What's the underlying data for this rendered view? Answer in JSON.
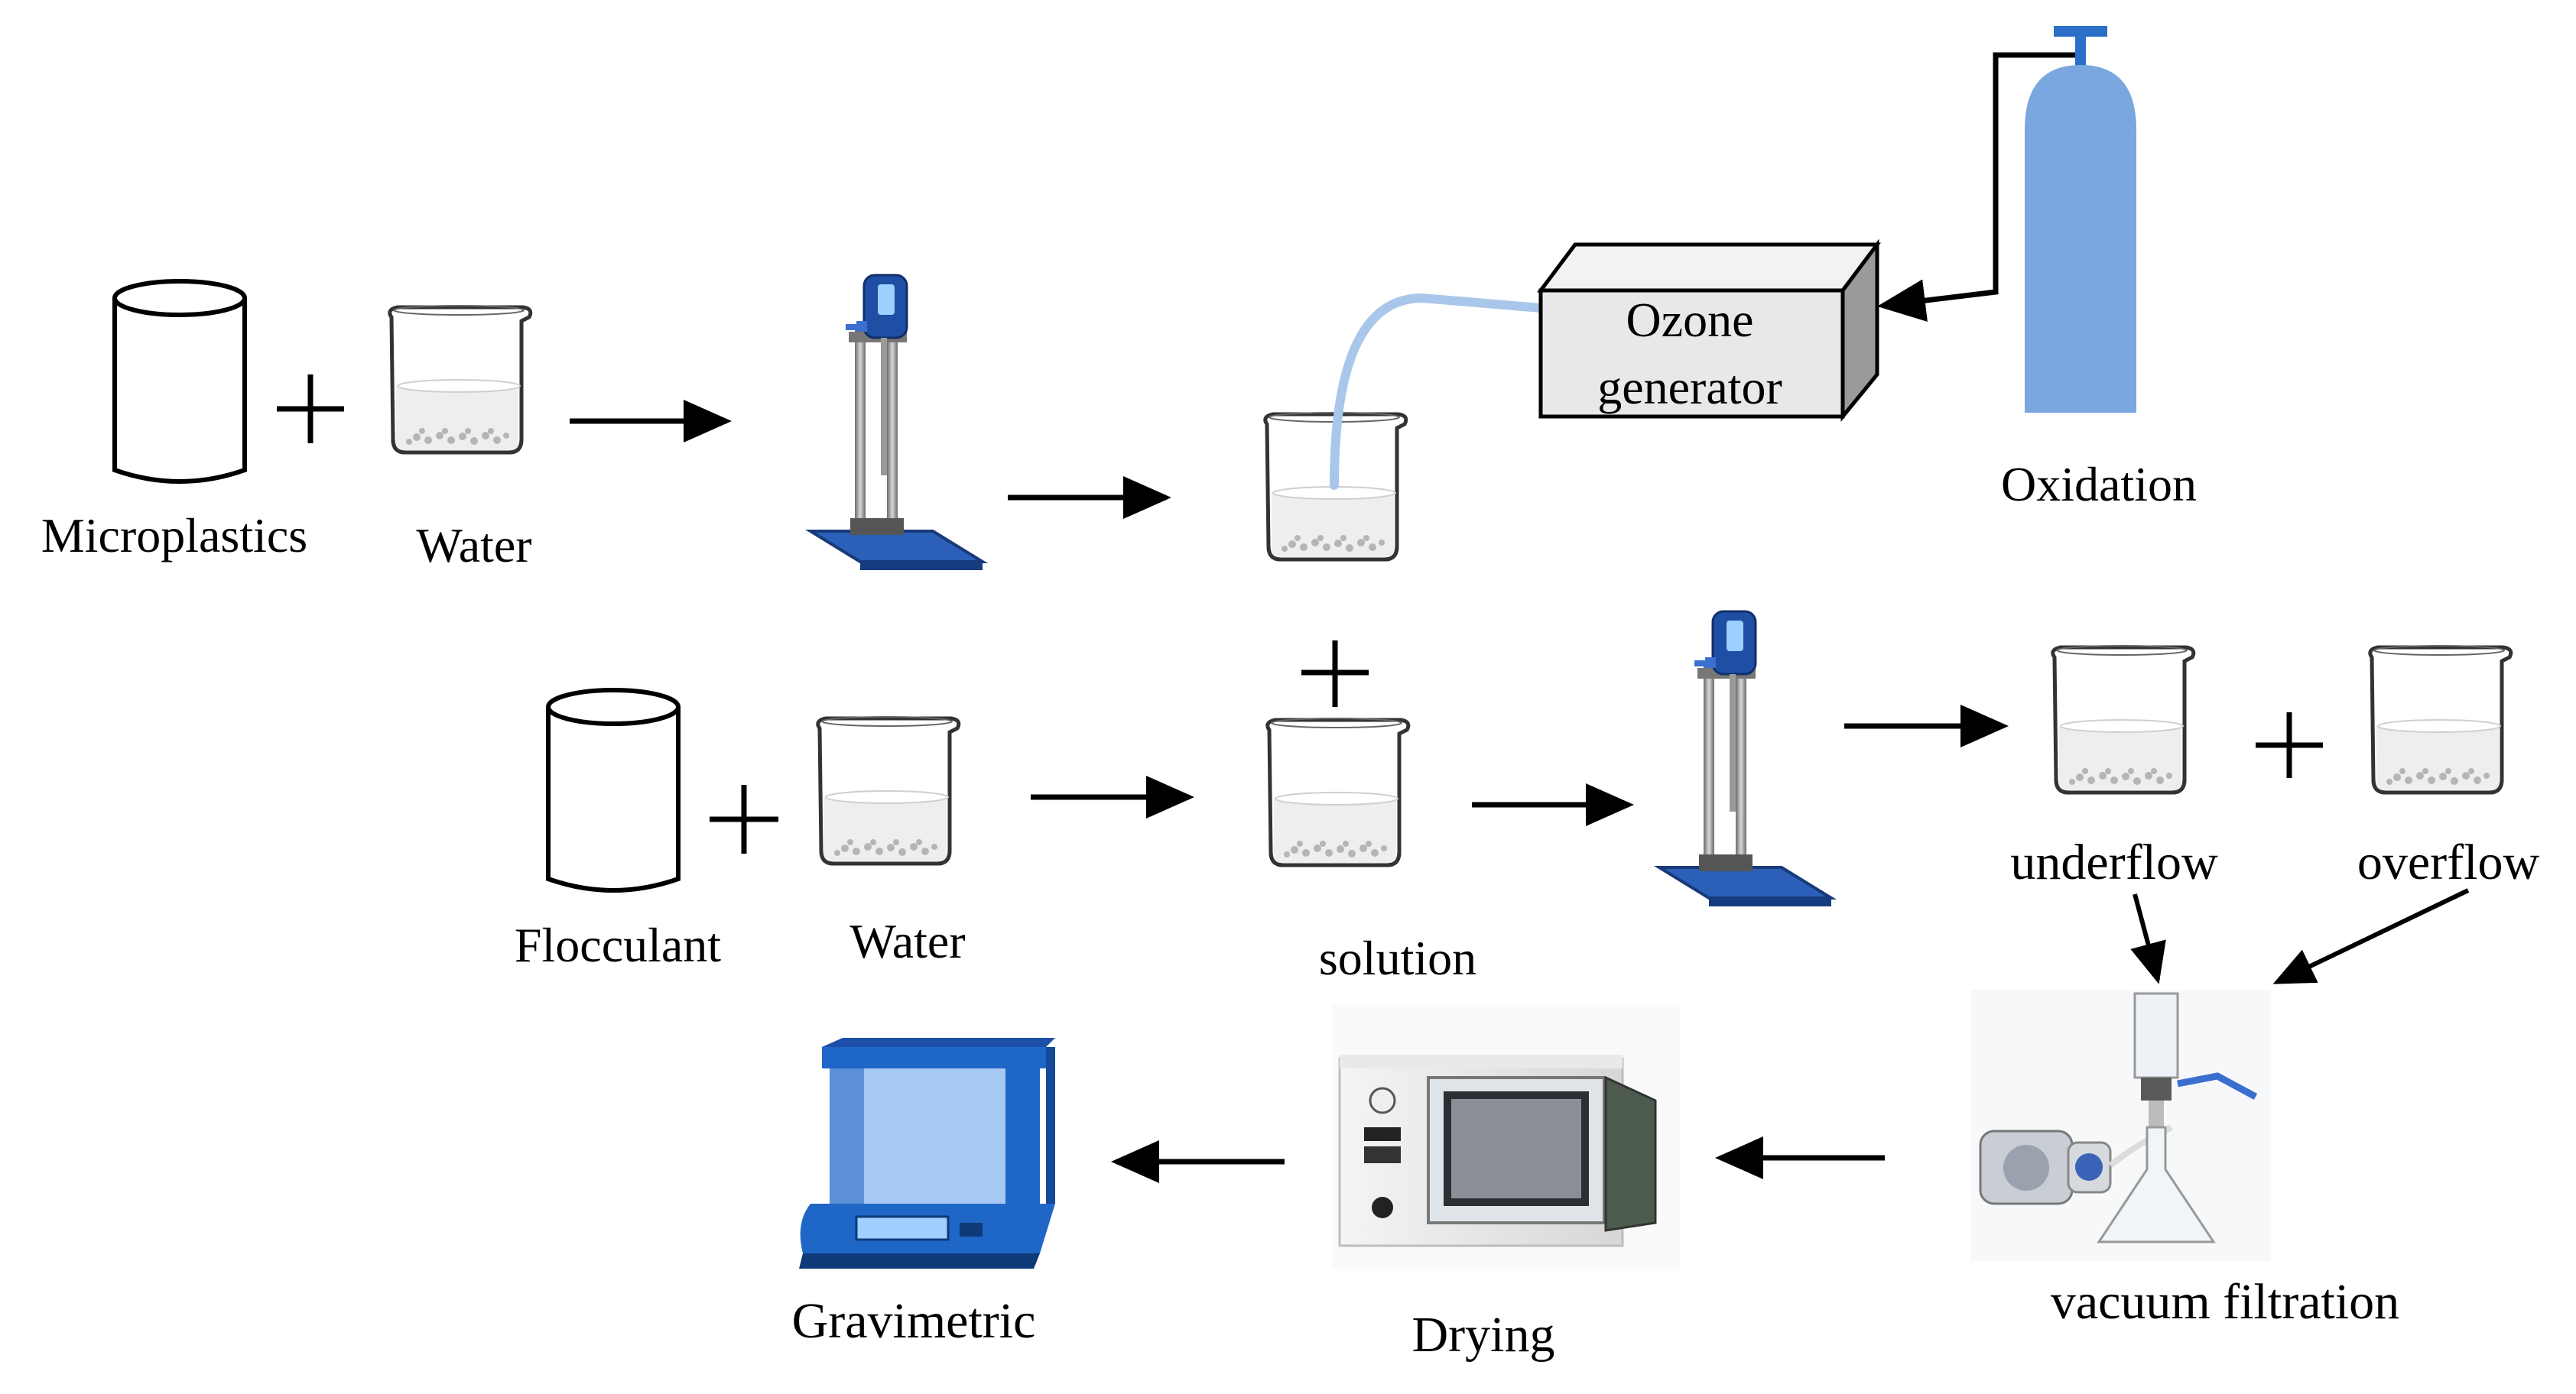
{
  "labels": {
    "microplastics": "Microplastics",
    "water_top": "Water",
    "ozone_line1": "Ozone",
    "ozone_line2": "generator",
    "oxidation": "Oxidation",
    "flocculant": "Flocculant",
    "water_mid": "Water",
    "solution": "solution",
    "underflow": "underflow",
    "overflow": "overflow",
    "vacuum_filtration": "vacuum filtration",
    "drying": "Drying",
    "gravimetric": "Gravimetric"
  },
  "colors": {
    "cylinder_blue": "#7aa7df",
    "tube_blue": "#a9c7ea",
    "stirrer_blue": "#2355a8",
    "balance_blue": "#1f67c7",
    "box_face": "#e8e8e8"
  }
}
